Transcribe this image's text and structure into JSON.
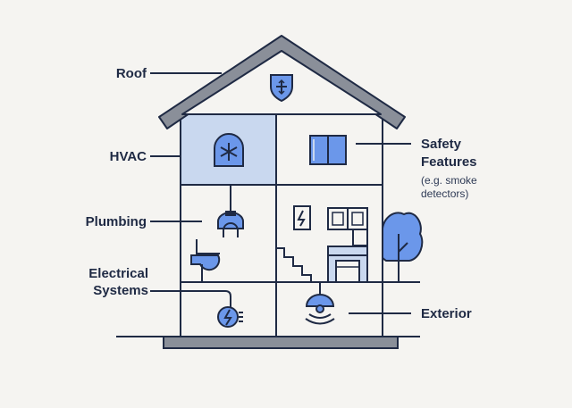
{
  "labels": {
    "roof": "Roof",
    "hvac": "HVAC",
    "plumbing": "Plumbing",
    "electrical_line1": "Electrical",
    "electrical_line2": "Systems",
    "safety_line1": "Safety",
    "safety_line2": "Features",
    "safety_note_line1": "(e.g. smoke",
    "safety_note_line2": "detectors)",
    "exterior": "Exterior"
  },
  "colors": {
    "outline": "#1f2a44",
    "roof_gray": "#8a8f99",
    "accent_blue": "#6b97ea",
    "light_blue": "#c9d8ef",
    "background": "#f5f4f1"
  },
  "icons": [
    "shield-icon",
    "snowflake-icon",
    "window-icon",
    "faucet-icon",
    "sink-icon",
    "electrical-panel-icon",
    "outlet-icon",
    "stairs-icon",
    "kitchen-cabinet-icon",
    "tree-icon",
    "smoke-detector-icon"
  ]
}
